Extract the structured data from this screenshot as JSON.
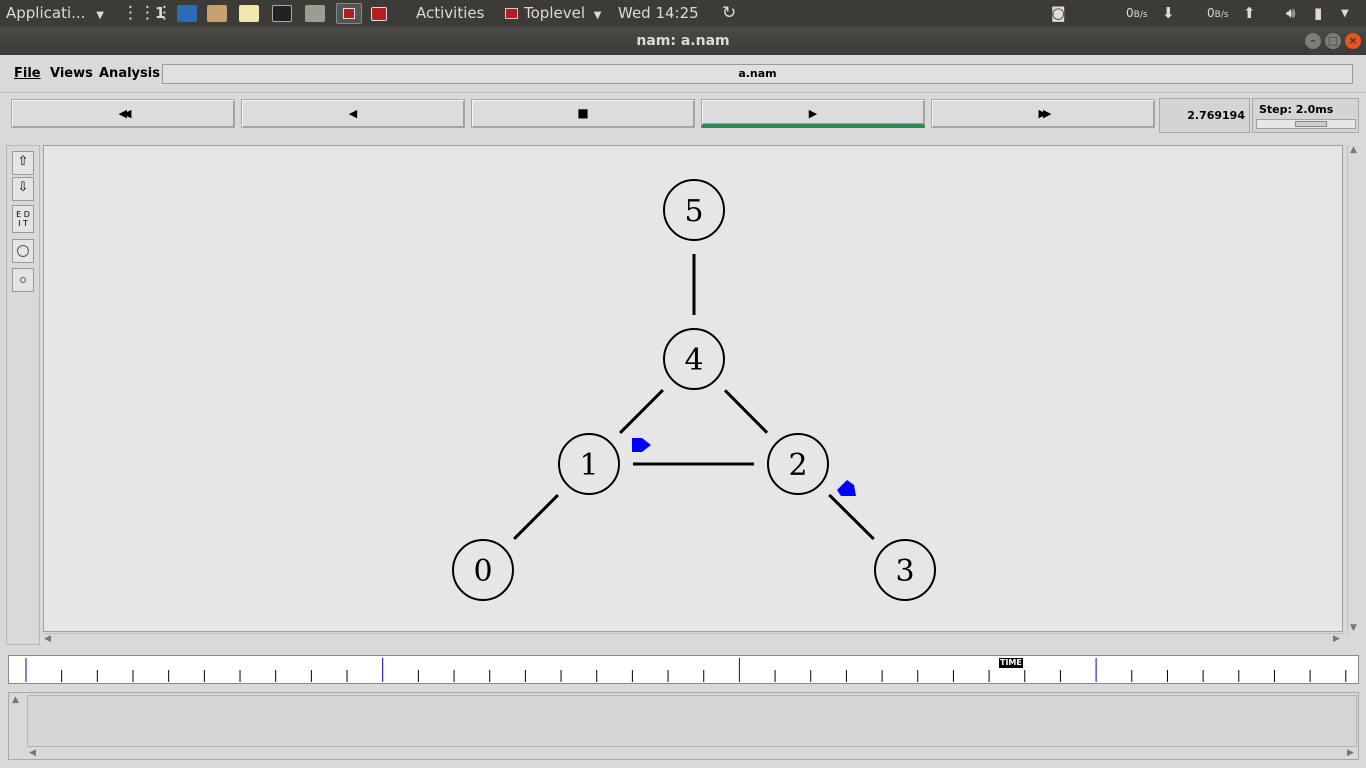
{
  "system_panel": {
    "applications_label": "Applicati...",
    "workspace_number": "1",
    "activities_label": "Activities",
    "active_app_label": "Toplevel",
    "clock": "Wed 14:25",
    "net_down": "0",
    "net_down_unit": "B/s",
    "net_up": "0",
    "net_up_unit": "B/s",
    "launcher_icons": [
      "screen-icon",
      "files-icon",
      "editor-icon",
      "terminal-icon",
      "image-viewer-icon",
      "nam-window-icon",
      "nam-window-icon-2"
    ]
  },
  "window": {
    "title": "nam: a.nam"
  },
  "menu": {
    "file": "File",
    "views": "Views",
    "analysis": "Analysis",
    "filename": "a.nam"
  },
  "playback": {
    "rewind_glyph": "◀◀",
    "back_glyph": "◀",
    "stop_glyph": "■",
    "play_glyph": "▶",
    "fastforward_glyph": "▶▶",
    "active_button": "play",
    "current_time": "2.769194",
    "step_label": "Step: 2.0ms"
  },
  "tools": {
    "edit_label_1": "E D",
    "edit_label_2": "I T"
  },
  "network": {
    "nodes": [
      {
        "id": "0",
        "label": "0"
      },
      {
        "id": "1",
        "label": "1"
      },
      {
        "id": "2",
        "label": "2"
      },
      {
        "id": "3",
        "label": "3"
      },
      {
        "id": "4",
        "label": "4"
      },
      {
        "id": "5",
        "label": "5"
      }
    ],
    "links": [
      {
        "from": "5",
        "to": "4"
      },
      {
        "from": "4",
        "to": "1"
      },
      {
        "from": "4",
        "to": "2"
      },
      {
        "from": "1",
        "to": "2"
      },
      {
        "from": "1",
        "to": "0"
      },
      {
        "from": "2",
        "to": "3"
      }
    ],
    "packet_color": "#0000ff"
  },
  "timeline": {
    "time_marker": "TIME"
  },
  "colors": {
    "panel_bg": "#3c3b37",
    "active_play_underline": "#2e8b57",
    "close_button": "#e95420"
  }
}
